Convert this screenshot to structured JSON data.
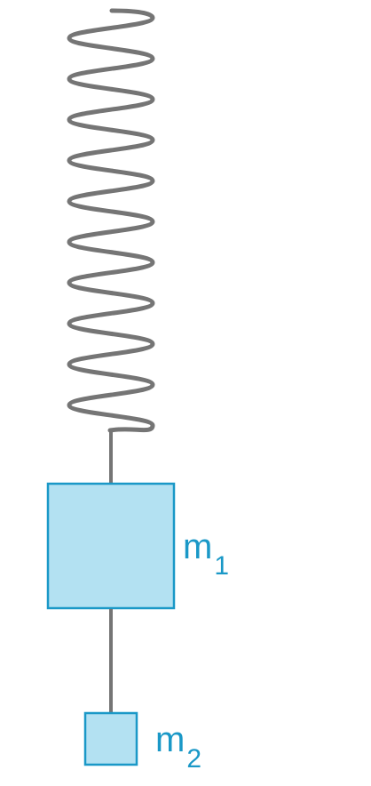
{
  "colors": {
    "spring": "#757575",
    "rod": "#757575",
    "mass_fill": "#b3e1f2",
    "mass_stroke": "#1a98c7",
    "label": "#1a98c7"
  },
  "spring": {
    "coils": 10
  },
  "masses": [
    {
      "symbol": "m",
      "subscript": "1"
    },
    {
      "symbol": "m",
      "subscript": "2"
    }
  ]
}
